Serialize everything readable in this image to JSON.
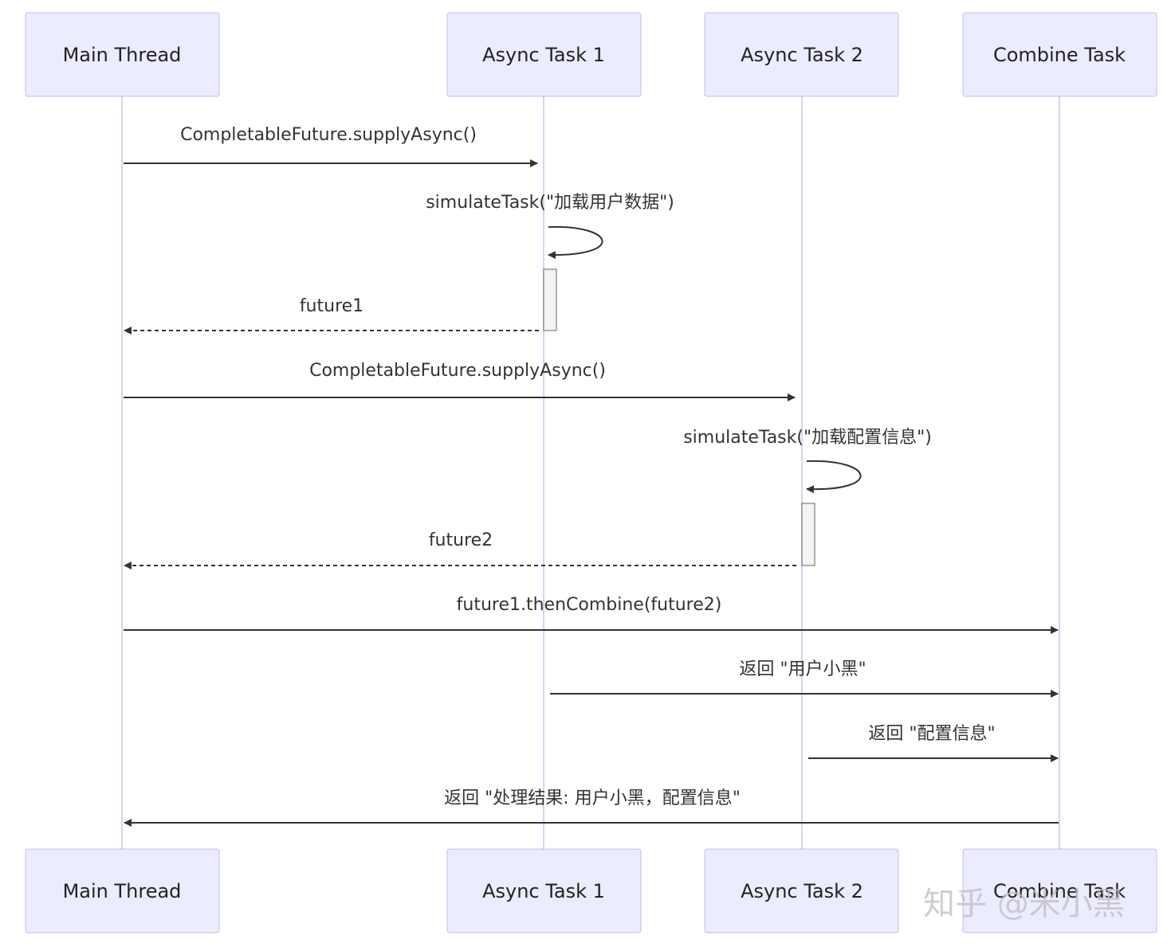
{
  "participants": [
    {
      "id": "main",
      "label": "Main Thread"
    },
    {
      "id": "t1",
      "label": "Async Task 1"
    },
    {
      "id": "t2",
      "label": "Async Task 2"
    },
    {
      "id": "comb",
      "label": "Combine Task"
    }
  ],
  "messages": [
    {
      "from": "main",
      "to": "t1",
      "label": "CompletableFuture.supplyAsync()",
      "style": "solid"
    },
    {
      "from": "t1",
      "to": "t1",
      "label": "simulateTask(\"加载用户数据\")",
      "style": "self"
    },
    {
      "from": "t1",
      "to": "main",
      "label": "future1",
      "style": "dashed"
    },
    {
      "from": "main",
      "to": "t2",
      "label": "CompletableFuture.supplyAsync()",
      "style": "solid"
    },
    {
      "from": "t2",
      "to": "t2",
      "label": "simulateTask(\"加载配置信息\")",
      "style": "self"
    },
    {
      "from": "t2",
      "to": "main",
      "label": "future2",
      "style": "dashed"
    },
    {
      "from": "main",
      "to": "comb",
      "label": "future1.thenCombine(future2)",
      "style": "solid"
    },
    {
      "from": "t1",
      "to": "comb",
      "label": "返回 \"用户小黑\"",
      "style": "solid"
    },
    {
      "from": "t2",
      "to": "comb",
      "label": "返回 \"配置信息\"",
      "style": "solid"
    },
    {
      "from": "comb",
      "to": "main",
      "label": "返回 \"处理结果: 用户小黑，配置信息\"",
      "style": "solid"
    }
  ],
  "watermark": "知乎 @米小黑",
  "colors": {
    "actor_fill": "#ECECFF",
    "lifeline": "#D9D2EE",
    "line": "#333333"
  }
}
